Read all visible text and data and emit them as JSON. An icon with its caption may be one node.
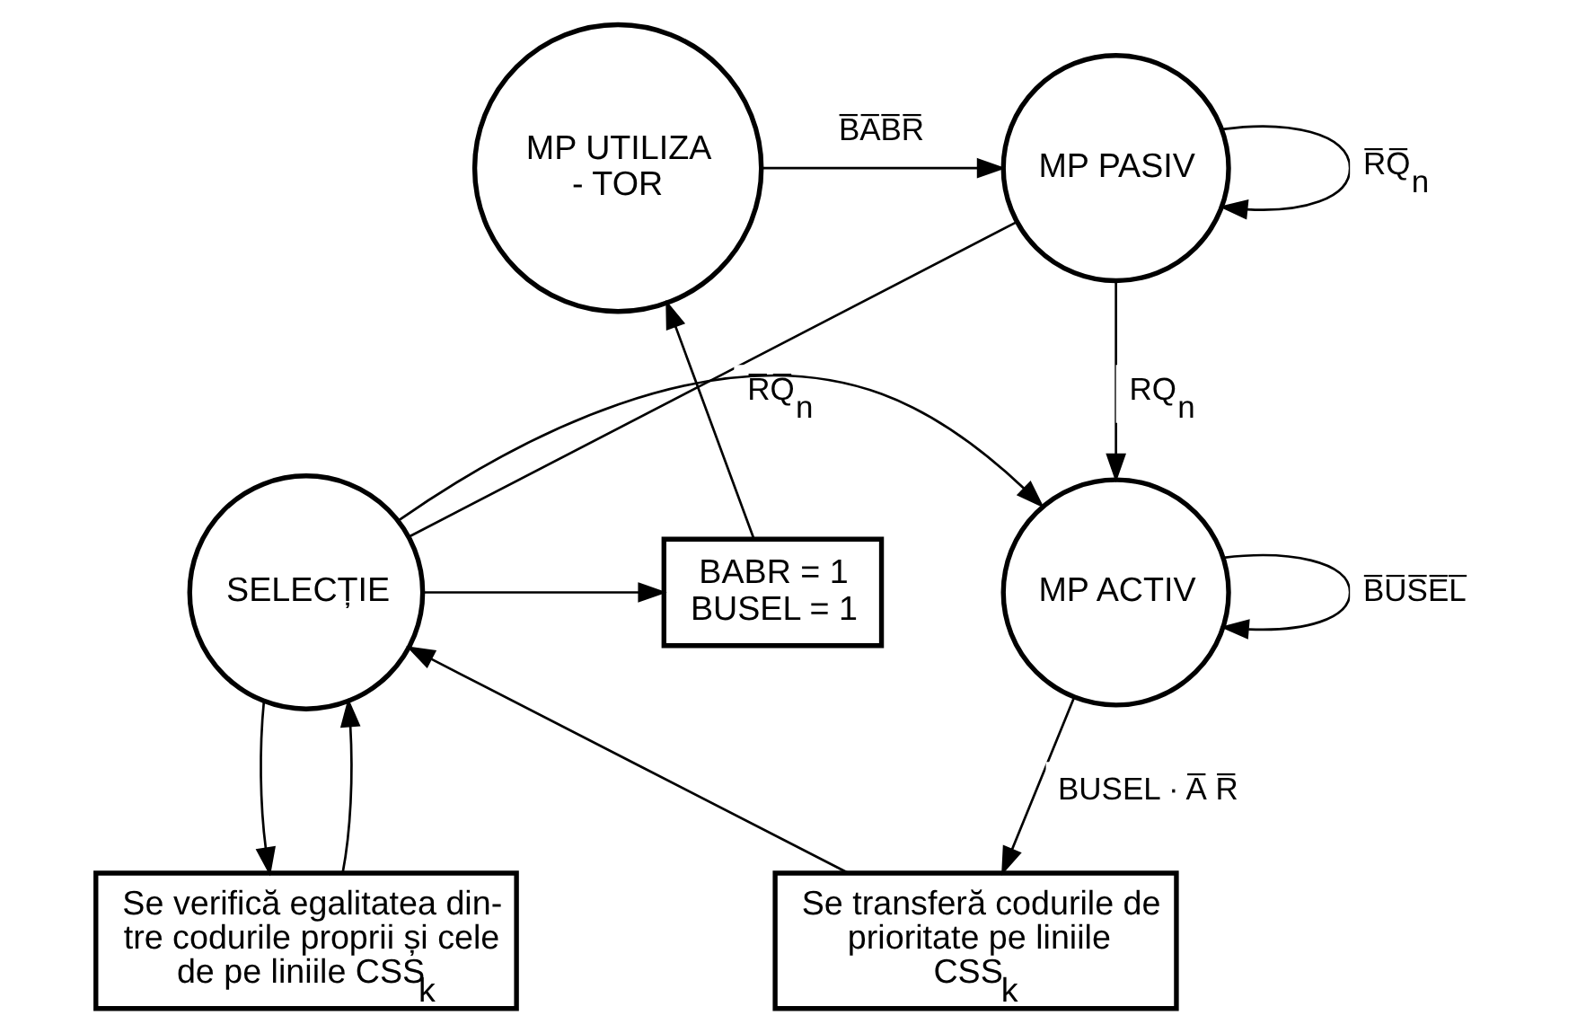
{
  "diagram": {
    "nodes": [
      {
        "text": [
          "MP UTILIZA - TOR"
        ]
      },
      {
        "text": [
          "MP PASIV"
        ]
      },
      {
        "text": [
          "BABR = 1",
          "BUSEL = 1"
        ]
      },
      {
        "text": [
          "SELECȚIE"
        ]
      },
      {
        "text": [
          "MP ACTIV"
        ]
      },
      {
        "text": [
          "Se verifică egalitatea din- tre codurile proprii și cele de pe liniile CSS$_{k}$"
        ]
      },
      {
        "text": [
          "Se transferă codurile de prioritate pe liniile CSS$_{k}$"
        ]
      }
    ],
    "edges": [
      {
        "from": 0,
        "to": 1,
        "arrow": "to",
        "label": "B̅A̅B̅R̅"
      },
      {
        "from": 1,
        "to": 1,
        "arrow": "to",
        "label": "R̅Q̅$_{n}$"
      },
      {
        "from": 3,
        "to": 1,
        "arrow": "none",
        "label": "R̅Q̅$_{n}$"
      },
      {
        "from": 1,
        "to": 4,
        "arrow": "to",
        "label": "RQ$_{n}$"
      },
      {
        "from": 4,
        "to": 4,
        "arrow": "to",
        "label": "B̅U̅S̅E̅L̅"
      },
      {
        "from": 3,
        "to": 4,
        "arrow": "to"
      },
      {
        "from": 4,
        "to": 6,
        "arrow": "to",
        "label": "BUSEL · A̅ R̅"
      },
      {
        "from": 6,
        "to": 3,
        "arrow": "to"
      },
      {
        "from": 3,
        "to": 5,
        "arrow": "to"
      },
      {
        "from": 5,
        "to": 3,
        "arrow": "to"
      },
      {
        "from": 3,
        "to": 2,
        "arrow": "to"
      },
      {
        "from": 2,
        "to": 0,
        "arrow": "to"
      }
    ]
  }
}
